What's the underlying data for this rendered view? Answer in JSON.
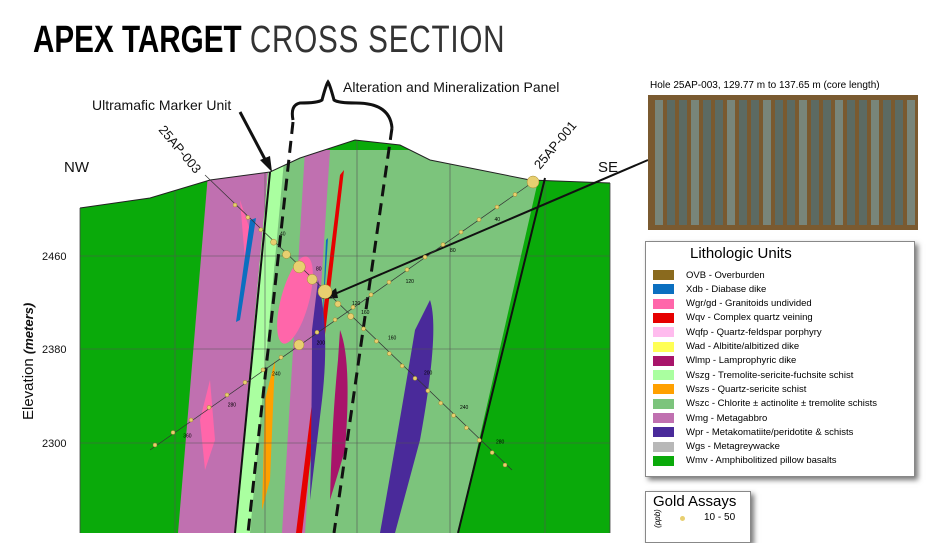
{
  "title": {
    "bold": "APEX TARGET",
    "thin": "CROSS SECTION"
  },
  "annotations": {
    "panel": "Alteration and Mineralization Panel",
    "marker": "Ultramafic Marker Unit",
    "nw": "NW",
    "se": "SE",
    "hole1": "25AP-003",
    "hole2": "25AP-001"
  },
  "axis": {
    "label": "Elevation",
    "unit": "(meters)",
    "ticks": [
      "2460",
      "2380",
      "2300"
    ]
  },
  "photo": {
    "caption": "Hole 25AP-003,  129.77 m to 137.65 m (core length)"
  },
  "hole1_depths": [
    "40",
    "80",
    "120",
    "160",
    "200",
    "240",
    "280"
  ],
  "hole2_depths": [
    "40",
    "80",
    "120",
    "160",
    "200",
    "240",
    "280",
    "360"
  ],
  "legend": {
    "title": "Lithologic Units",
    "items": [
      {
        "label": "OVB - Overburden",
        "color": "#8a6a1e"
      },
      {
        "label": "Xdb - Diabase dike",
        "color": "#0b6fc0"
      },
      {
        "label": "Wgr/gd - Granitoids undivided",
        "color": "#ff66aa"
      },
      {
        "label": "Wqv - Complex quartz veining",
        "color": "#e60000"
      },
      {
        "label": "Wqfp - Quartz-feldspar porphyry",
        "color": "#ffbbee"
      },
      {
        "label": "Wad - Albitite/albitized dike",
        "color": "#ffff55"
      },
      {
        "label": "Wlmp - Lamprophyric dike",
        "color": "#a8146a"
      },
      {
        "label": "Wszg - Tremolite-sericite-fuchsite schist",
        "color": "#aaffa0"
      },
      {
        "label": "Wszs - Quartz-sericite schist",
        "color": "#ffa000"
      },
      {
        "label": "Wszc - Chlorite ± actinolite ± tremolite schists",
        "color": "#7cc47c"
      },
      {
        "label": "Wmg - Metagabbro",
        "color": "#c070b0"
      },
      {
        "label": "Wpr - Metakomatiite/peridotite & schists",
        "color": "#4a2a9a"
      },
      {
        "label": "Wgs - Metagreywacke",
        "color": "#b8b8b8"
      },
      {
        "label": "Wmv - Amphibolitized pillow basalts",
        "color": "#0aaa0a"
      }
    ]
  },
  "gold": {
    "title": "Gold Assays",
    "unit": "(ppb)",
    "ranges": [
      "10 - 50"
    ]
  }
}
